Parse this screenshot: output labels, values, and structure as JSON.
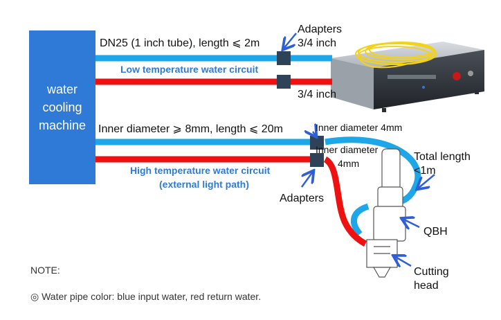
{
  "colors": {
    "cooler_fill": "#2f7ad6",
    "cold_pipe": "#1ea7e8",
    "hot_pipe": "#ee1111",
    "adapter": "#2f4358",
    "arrow": "#2f5fd6",
    "circuit_label": "#2f7ad6"
  },
  "cooler": {
    "lines": [
      "water",
      "cooling",
      "machine"
    ]
  },
  "pipes": {
    "top_spec": "DN25 (1 inch tube), length ⩽ 2m",
    "bottom_spec": "Inner diameter ⩾ 8mm, length ⩽ 20m"
  },
  "circuits": {
    "low": "Low temperature water circuit",
    "high_line1": "High temperature water circuit",
    "high_line2": "(external light path)"
  },
  "adapters_top": {
    "label": "Adapters",
    "size_top": "3/4 inch",
    "size_bottom": "3/4 inch"
  },
  "adapters_bottom": {
    "size_top": "Inner diameter 4mm",
    "size_bottom_line1": "Inner diameter",
    "size_bottom_line2": "4mm",
    "label": "Adapters"
  },
  "total_length": {
    "line1": "Total length",
    "line2": "<1m"
  },
  "qbh": "QBH",
  "cutting_head": {
    "line1": "Cutting",
    "line2": "head"
  },
  "note": {
    "title": "NOTE:",
    "text": "◎ Water pipe color: blue input water, red return water."
  },
  "icons": [
    "laser-source-image",
    "fiber-coil-image",
    "cutting-head-image"
  ]
}
